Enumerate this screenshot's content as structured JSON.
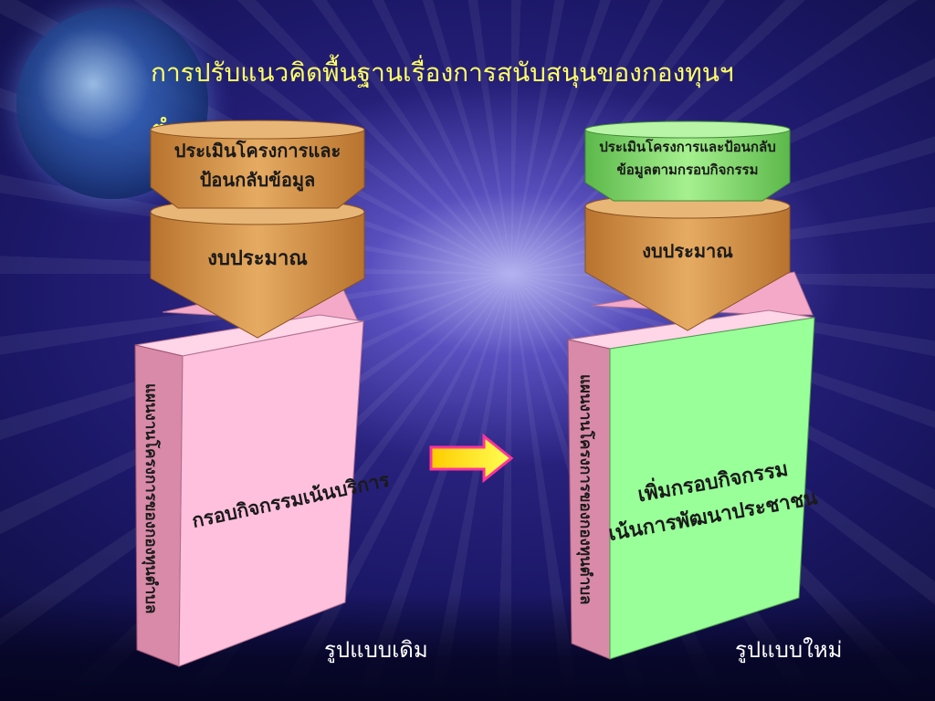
{
  "title": {
    "line1": "การปรับแนวคิดพื้นฐานเรื่องการสนับสนุนของกองทุนฯ",
    "line2": "ตำบล"
  },
  "left_model": {
    "top_cylinder_line1": "ประเมินโครงการและ",
    "top_cylinder_line2": "ป้อนกลับข้อมูล",
    "budget_label": "งบประมาณ",
    "box_front_label": "กรอบกิจกรรมเน้นบริการ",
    "box_side_label": "แผนงานโครงการของกองทุนตำบล",
    "caption": "รูปแบบเดิม",
    "colors": {
      "top": "#d99a4e",
      "box": "#ffc0dd"
    }
  },
  "right_model": {
    "top_cylinder_line1": "ประเมินโครงการและป้อนกลับ",
    "top_cylinder_line2": "ข้อมูลตามกรอบกิจกรรม",
    "budget_label": "งบประมาณ",
    "box_front_line1": "เพิ่มกรอบกิจกรรม",
    "box_front_line2": "เน้นการพัฒนาประชาชน",
    "box_side_label": "แผนงานโครงการของกองทุนตำบล",
    "caption": "รูปแบบใหม่",
    "colors": {
      "top": "#8fe07a",
      "box": "#99ff99"
    }
  },
  "arrow": {
    "fill": "#ffee00",
    "stroke": "#ff3399"
  }
}
